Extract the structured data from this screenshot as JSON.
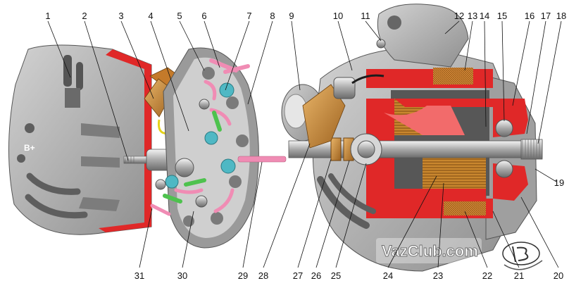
{
  "labels": [
    "1",
    "2",
    "3",
    "4",
    "5",
    "6",
    "7",
    "8",
    "9",
    "10",
    "11",
    "12",
    "13",
    "14",
    "15",
    "16",
    "17",
    "18",
    "19",
    "20",
    "21",
    "22",
    "23",
    "24",
    "25",
    "26",
    "27",
    "28",
    "29",
    "30",
    "31"
  ],
  "terminal_mark": "B+",
  "watermark": "VazClub.com",
  "colors": {
    "housing": "#a7a7a7",
    "copper": "#c68a3a",
    "cut_surface": "#e02828",
    "wire_pink": "#f08cb4",
    "wire_yellow": "#e4d21a",
    "wire_green": "#4ec24e",
    "plug_orange": "#f29a3c"
  }
}
